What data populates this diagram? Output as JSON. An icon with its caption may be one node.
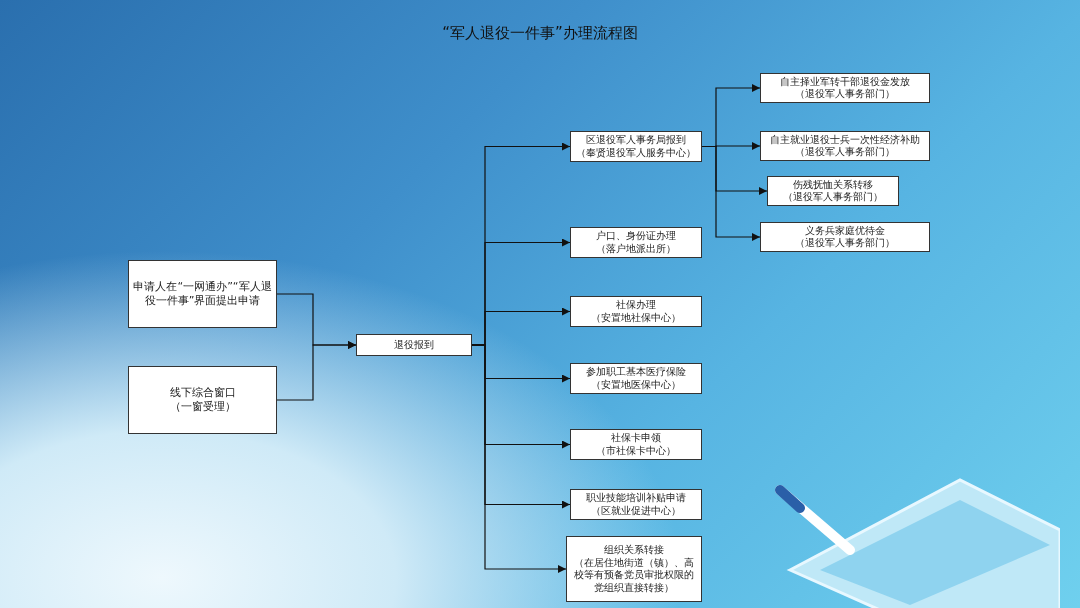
{
  "diagram": {
    "title": "“军人退役一件事”办理流程图",
    "nodes": [
      {
        "text": [
          "申请人在“一网通办”“军人退役一件事”界面提出申请"
        ]
      },
      {
        "text": [
          "线下综合窗口",
          "（一窗受理）"
        ]
      },
      {
        "text": [
          "退役报到"
        ]
      },
      {
        "text": [
          "区退役军人事务局报到",
          "（奉贤退役军人服务中心）"
        ]
      },
      {
        "text": [
          "户口、身份证办理",
          "（落户地派出所）"
        ]
      },
      {
        "text": [
          "社保办理",
          "（安置地社保中心）"
        ]
      },
      {
        "text": [
          "参加职工基本医疗保险",
          "（安置地医保中心）"
        ]
      },
      {
        "text": [
          "社保卡申领",
          "（市社保卡中心）"
        ]
      },
      {
        "text": [
          "职业技能培训补贴申请",
          "（区就业促进中心）"
        ]
      },
      {
        "text": [
          "组织关系转接",
          "（在居住地街道（镇）、高校等有预备党员审批权限的党组织直接转接）"
        ]
      },
      {
        "text": [
          "自主择业军转干部退役金发放",
          "（退役军人事务部门）"
        ]
      },
      {
        "text": [
          "自主就业退役士兵一次性经济补助",
          "（退役军人事务部门）"
        ]
      },
      {
        "text": [
          "伤残抚恤关系转移",
          "（退役军人事务部门）"
        ]
      },
      {
        "text": [
          "义务兵家庭优待金",
          "（退役军人事务部门）"
        ]
      }
    ],
    "edges": [
      {
        "from": 0,
        "to": 2,
        "arrow": "to"
      },
      {
        "from": 1,
        "to": 2,
        "arrow": "to"
      },
      {
        "from": 2,
        "to": 3,
        "arrow": "to"
      },
      {
        "from": 2,
        "to": 4,
        "arrow": "to"
      },
      {
        "from": 2,
        "to": 5,
        "arrow": "to"
      },
      {
        "from": 2,
        "to": 6,
        "arrow": "to"
      },
      {
        "from": 2,
        "to": 7,
        "arrow": "to"
      },
      {
        "from": 2,
        "to": 8,
        "arrow": "to"
      },
      {
        "from": 2,
        "to": 9,
        "arrow": "to"
      },
      {
        "from": 3,
        "to": 10,
        "arrow": "to"
      },
      {
        "from": 3,
        "to": 11,
        "arrow": "to"
      },
      {
        "from": 3,
        "to": 12,
        "arrow": "to"
      },
      {
        "from": 3,
        "to": 13,
        "arrow": "to"
      }
    ]
  }
}
